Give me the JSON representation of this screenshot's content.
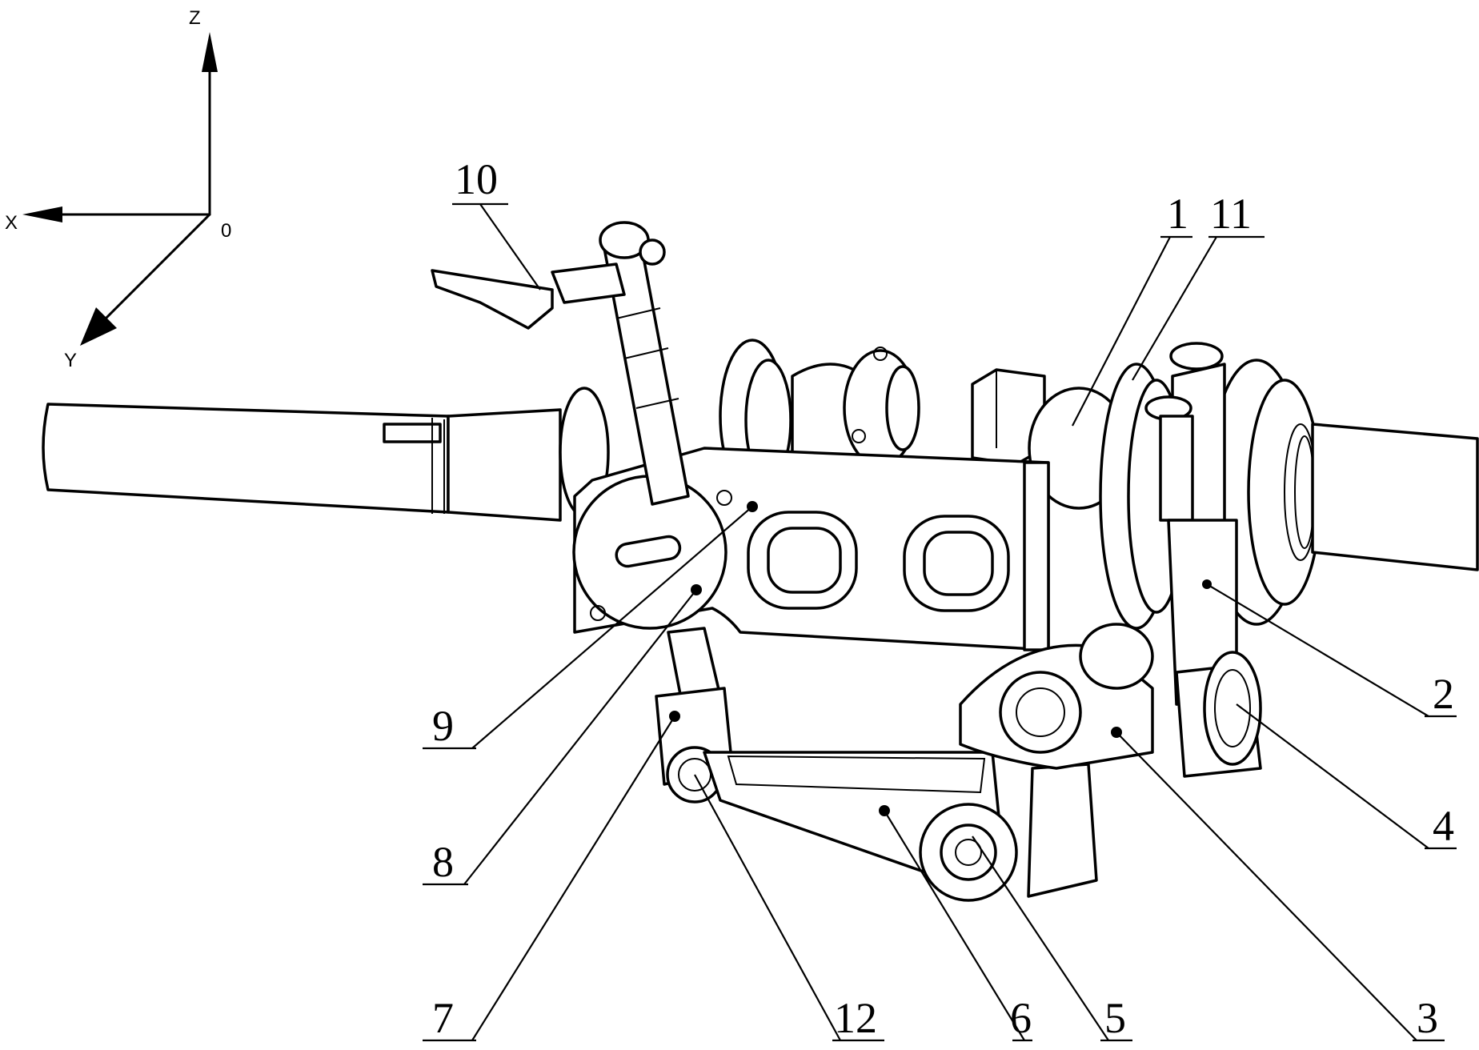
{
  "axes": {
    "z": "Z",
    "x": "X",
    "y": "Y",
    "origin": "0"
  },
  "labels": {
    "l1": "1",
    "l2": "2",
    "l3": "3",
    "l4": "4",
    "l5": "5",
    "l6": "6",
    "l7": "7",
    "l8": "8",
    "l9": "9",
    "l10": "10",
    "l11": "11",
    "l12": "12"
  },
  "colors": {
    "line": "#000000",
    "background": "#ffffff"
  }
}
